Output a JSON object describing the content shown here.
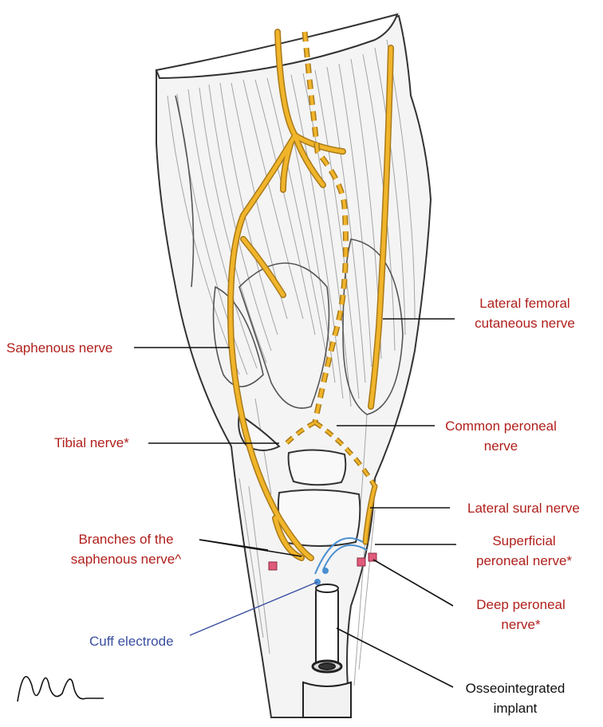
{
  "labels": {
    "lateral_femoral": [
      "Lateral femoral",
      "cutaneous nerve"
    ],
    "saphenous": "Saphenous nerve",
    "tibial": "Tibial nerve*",
    "common_peroneal": [
      "Common peroneal",
      "nerve"
    ],
    "lateral_sural": "Lateral sural nerve",
    "branches_saphenous": [
      "Branches of the",
      "saphenous nerve^"
    ],
    "superficial_peroneal": [
      "Superficial",
      "peroneal nerve*"
    ],
    "deep_peroneal": [
      "Deep peroneal",
      "nerve*"
    ],
    "cuff_electrode": "Cuff electrode",
    "osseointegrated": [
      "Osseointegrated",
      "implant"
    ]
  },
  "colors": {
    "nerve": "#f0b52a",
    "nerve_outline": "#a9791a",
    "label_red": "#b0201c",
    "label_blue": "#3a4fa0",
    "label_black": "#111111",
    "muscle_line": "#7b7b7b",
    "electrode": "#4a8fd0",
    "electrode_pink": "#e05a7a"
  }
}
